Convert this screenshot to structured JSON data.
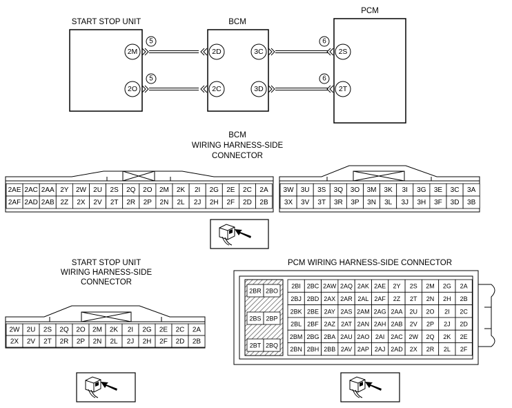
{
  "schematic": {
    "units": [
      {
        "id": "ssu",
        "title": "START STOP UNIT"
      },
      {
        "id": "bcm",
        "title": "BCM"
      },
      {
        "id": "pcm",
        "title": "PCM"
      }
    ],
    "pins": {
      "ssu": [
        "2M",
        "2O"
      ],
      "bcm_left": [
        "2D",
        "2C"
      ],
      "bcm_right": [
        "3C",
        "3D"
      ],
      "pcm": [
        "2S",
        "2T"
      ]
    },
    "wire_labels": {
      "ssu_bcm": [
        "5",
        "5"
      ],
      "bcm_pcm": [
        "6",
        "6"
      ]
    }
  },
  "bcm_connector": {
    "title_lines": [
      "BCM",
      "WIRING HARNESS-SIDE",
      "CONNECTOR"
    ],
    "left_block": [
      [
        "2AE",
        "2AC",
        "2AA",
        "2Y",
        "2W",
        "2U",
        "2S",
        "2Q",
        "2O",
        "2M",
        "2K",
        "2I",
        "2G",
        "2E",
        "2C",
        "2A"
      ],
      [
        "2AF",
        "2AD",
        "2AB",
        "2Z",
        "2X",
        "2V",
        "2T",
        "2R",
        "2P",
        "2N",
        "2L",
        "2J",
        "2H",
        "2F",
        "2D",
        "2B"
      ]
    ],
    "right_block": [
      [
        "3W",
        "3U",
        "3S",
        "3Q",
        "3O",
        "3M",
        "3K",
        "3I",
        "3G",
        "3E",
        "3C",
        "3A"
      ],
      [
        "3X",
        "3V",
        "3T",
        "3R",
        "3P",
        "3N",
        "3L",
        "3J",
        "3H",
        "3F",
        "3D",
        "3B"
      ]
    ]
  },
  "ssu_connector": {
    "title_lines": [
      "START STOP UNIT",
      "WIRING HARNESS-SIDE",
      "CONNECTOR"
    ],
    "rows": [
      [
        "2W",
        "2U",
        "2S",
        "2Q",
        "2O",
        "2M",
        "2K",
        "2I",
        "2G",
        "2E",
        "2C",
        "2A"
      ],
      [
        "2X",
        "2V",
        "2T",
        "2R",
        "2P",
        "2N",
        "2L",
        "2J",
        "2H",
        "2F",
        "2D",
        "2B"
      ]
    ]
  },
  "pcm_connector": {
    "title": "PCM WIRING HARNESS-SIDE CONNECTOR",
    "side_cells": [
      "2BR",
      "2BO",
      "2BS",
      "2BP",
      "2BT",
      "2BQ"
    ],
    "grid": [
      [
        "2BI",
        "2BC",
        "2AW",
        "2AQ",
        "2AK",
        "2AE",
        "2Y",
        "2S",
        "2M",
        "2G",
        "2A"
      ],
      [
        "2BJ",
        "2BD",
        "2AX",
        "2AR",
        "2AL",
        "2AF",
        "2Z",
        "2T",
        "2N",
        "2H",
        "2B"
      ],
      [
        "2BK",
        "2BE",
        "2AY",
        "2AS",
        "2AM",
        "2AG",
        "2AA",
        "2U",
        "2O",
        "2I",
        "2C"
      ],
      [
        "2BL",
        "2BF",
        "2AZ",
        "2AT",
        "2AN",
        "2AH",
        "2AB",
        "2V",
        "2P",
        "2J",
        "2D"
      ],
      [
        "2BM",
        "2BG",
        "2BA",
        "2AU",
        "2AO",
        "2AI",
        "2AC",
        "2W",
        "2Q",
        "2K",
        "2E"
      ],
      [
        "2BN",
        "2BH",
        "2BB",
        "2AV",
        "2AP",
        "2AJ",
        "2AD",
        "2X",
        "2R",
        "2L",
        "2F"
      ]
    ]
  }
}
